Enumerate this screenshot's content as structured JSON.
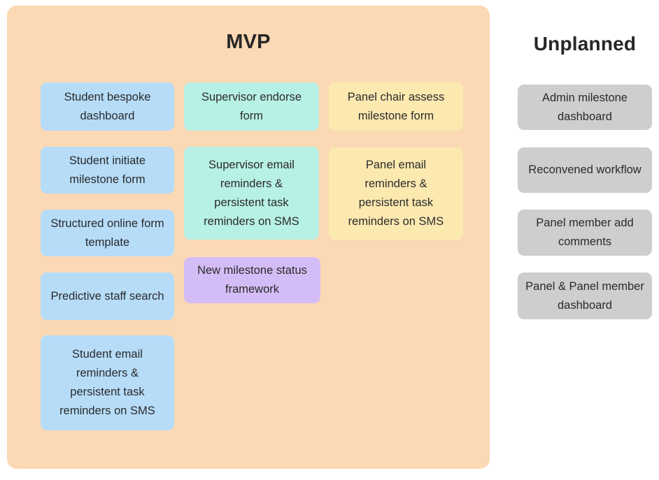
{
  "palette": {
    "page_background": "#ffffff",
    "mvp_frame": "#fbd9b4",
    "student_blue": "#b6dcf8",
    "supervisor_teal": "#b7f0e4",
    "panel_yellow": "#fce9b0",
    "framework_purple": "#d4bdf6",
    "unplanned_gray": "#cecece",
    "text": "#2b2b2b"
  },
  "mvp": {
    "title": "MVP",
    "cards": [
      {
        "label": "Student bespoke\ndashboard",
        "color": "student_blue"
      },
      {
        "label": "Supervisor endorse\nform",
        "color": "supervisor_teal"
      },
      {
        "label": "Panel chair assess\nmilestone form",
        "color": "panel_yellow"
      },
      {
        "label": "Student initiate\nmilestone form",
        "color": "student_blue"
      },
      {
        "label": "Supervisor email\nreminders &\npersistent task\nreminders on SMS",
        "color": "supervisor_teal"
      },
      {
        "label": "Panel email\nreminders &\npersistent task\nreminders on SMS",
        "color": "panel_yellow"
      },
      {
        "label": "Structured online form\ntemplate",
        "color": "student_blue"
      },
      {
        "label": "New milestone status\nframework",
        "color": "framework_purple"
      },
      {
        "label": "Predictive staff search",
        "color": "student_blue"
      },
      {
        "label": "Student email\nreminders &\npersistent task\nreminders on SMS",
        "color": "student_blue"
      }
    ]
  },
  "unplanned": {
    "title": "Unplanned",
    "cards": [
      {
        "label": "Admin milestone\ndashboard",
        "color": "unplanned_gray"
      },
      {
        "label": "Reconvened workflow",
        "color": "unplanned_gray"
      },
      {
        "label": "Panel member add\ncomments",
        "color": "unplanned_gray"
      },
      {
        "label": "Panel & Panel member\ndashboard",
        "color": "unplanned_gray"
      }
    ]
  }
}
